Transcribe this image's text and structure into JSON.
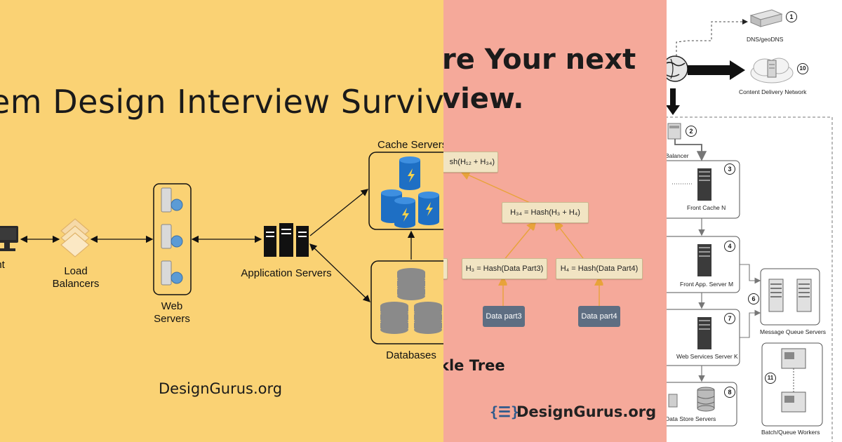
{
  "panel1": {
    "title": "em Design Interview Survival G",
    "labels": {
      "client": "ent",
      "load_balancers": "Load Balancers",
      "web_servers": "Web Servers",
      "app_servers": "Application Servers",
      "cache_servers": "Cache Servers",
      "databases": "Databases"
    },
    "brand": "DesignGurus.org"
  },
  "panel2": {
    "title_line1": "re Your next",
    "title_line2": "view.",
    "nodes": {
      "top": "sh(H₁₂ + H₃₄)",
      "h34": "H₃₄ = Hash(H₃ + H₄)",
      "left_partial": ")",
      "h3": "H₃ = Hash(Data Part3)",
      "h4": "H₄ = Hash(Data Part4)"
    },
    "data_nodes": [
      "Data part3",
      "Data part4"
    ],
    "caption": "kle Tree",
    "brand_icon": "{☰}",
    "brand": "DesignGurus.org"
  },
  "panel3": {
    "labels": {
      "dns": "DNS/geoDNS",
      "cdn": "Content Delivery Network",
      "balancer": "Balancer",
      "front_cache": "Front Cache N",
      "front_app": "Front App. Server M",
      "web_services": "Web Services Server K",
      "data_store": "Data Store Servers",
      "mq": "Message Queue Servers",
      "batch": "Batch/Queue Workers"
    },
    "numbers": [
      "1",
      "10",
      "2",
      "3",
      "4",
      "6",
      "7",
      "8",
      "11"
    ]
  },
  "colors": {
    "panel1_bg": "#FAD274",
    "panel2_bg": "#F5A99A",
    "cache_blue": "#1E6FC4",
    "db_gray": "#8A8A8A",
    "merkle_node": "#F1E4C3",
    "data_node": "#5E6E82"
  }
}
